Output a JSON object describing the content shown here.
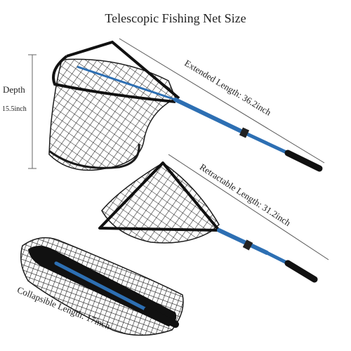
{
  "title": "Telescopic Fishing Net Size",
  "depth": {
    "label": "Depth",
    "value": "15.5inch"
  },
  "extended": {
    "label": "Extended Length: 36.2inch"
  },
  "retractable": {
    "label": "Retractable Length: 31.2inch"
  },
  "collapsible": {
    "label": "Collapsible Length: 17inch"
  },
  "colors": {
    "handle_blue": "#2d6fb3",
    "net": "#1b1b1b",
    "grip": "#111111",
    "guide_line": "#555555"
  }
}
